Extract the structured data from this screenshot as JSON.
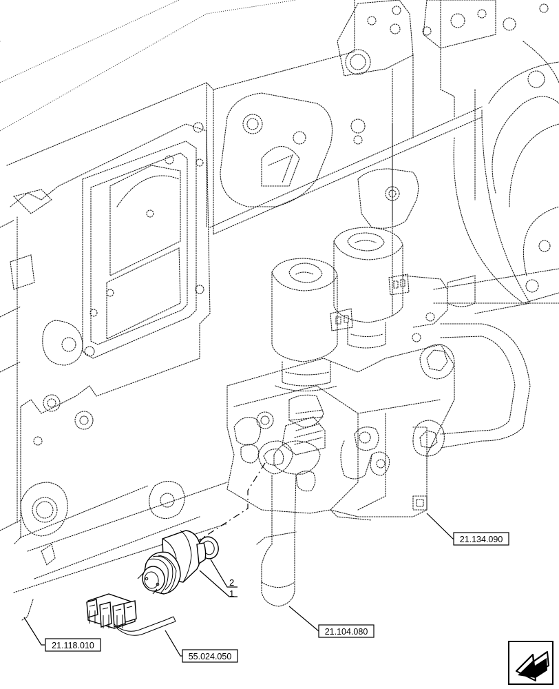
{
  "references": {
    "ref_21_134_090": "21.134.090",
    "ref_21_104_080": "21.104.080",
    "ref_21_118_010": "21.118.010",
    "ref_55_024_050": "55.024.050"
  },
  "callouts": {
    "item_1": "1",
    "item_2": "2"
  },
  "icons": {
    "navigation": "back-arrow-icon"
  }
}
